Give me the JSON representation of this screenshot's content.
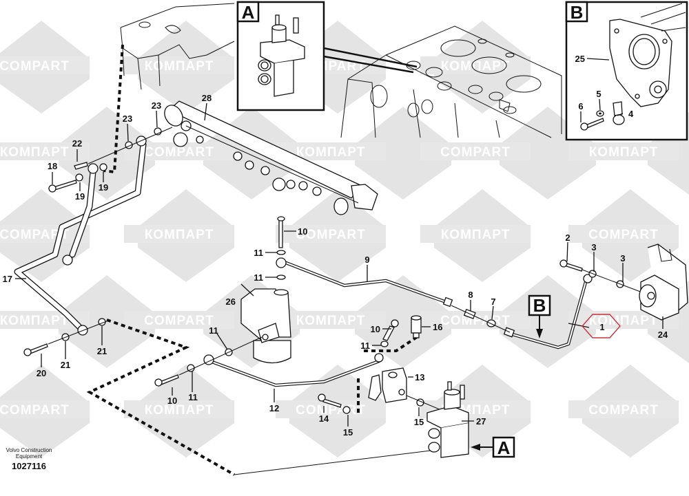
{
  "diagram": {
    "title": "Fuel system parts diagram",
    "highlight_color": "#c8323a",
    "watermark": {
      "latin": "COMPART",
      "cyrillic": "КОМПАРТ"
    },
    "footer": {
      "publisher_line1": "Volvo Construction",
      "publisher_line2": "Equipment",
      "drawing_number": "1027116"
    },
    "detail_views": [
      {
        "id": "A",
        "label": "A"
      },
      {
        "id": "B",
        "label": "B"
      }
    ],
    "view_markers": [
      {
        "id": "A",
        "label": "A"
      },
      {
        "id": "B",
        "label": "B"
      }
    ],
    "callouts": {
      "c1": "1",
      "c2": "2",
      "c3a": "3",
      "c3b": "3",
      "c4": "4",
      "c5": "5",
      "c6": "6",
      "c7": "7",
      "c8": "8",
      "c9": "9",
      "c10a": "10",
      "c10b": "10",
      "c10c": "10",
      "c11a": "11",
      "c11b": "11",
      "c11c": "11",
      "c11d": "11",
      "c11e": "11",
      "c12": "12",
      "c13": "13",
      "c14": "14",
      "c15a": "15",
      "c15b": "15",
      "c16": "16",
      "c17": "17",
      "c18": "18",
      "c19a": "19",
      "c19b": "19",
      "c20": "20",
      "c21a": "21",
      "c21b": "21",
      "c22": "22",
      "c23a": "23",
      "c23b": "23",
      "c24": "24",
      "c25": "25",
      "c26": "26",
      "c27": "27",
      "c28": "28"
    }
  }
}
